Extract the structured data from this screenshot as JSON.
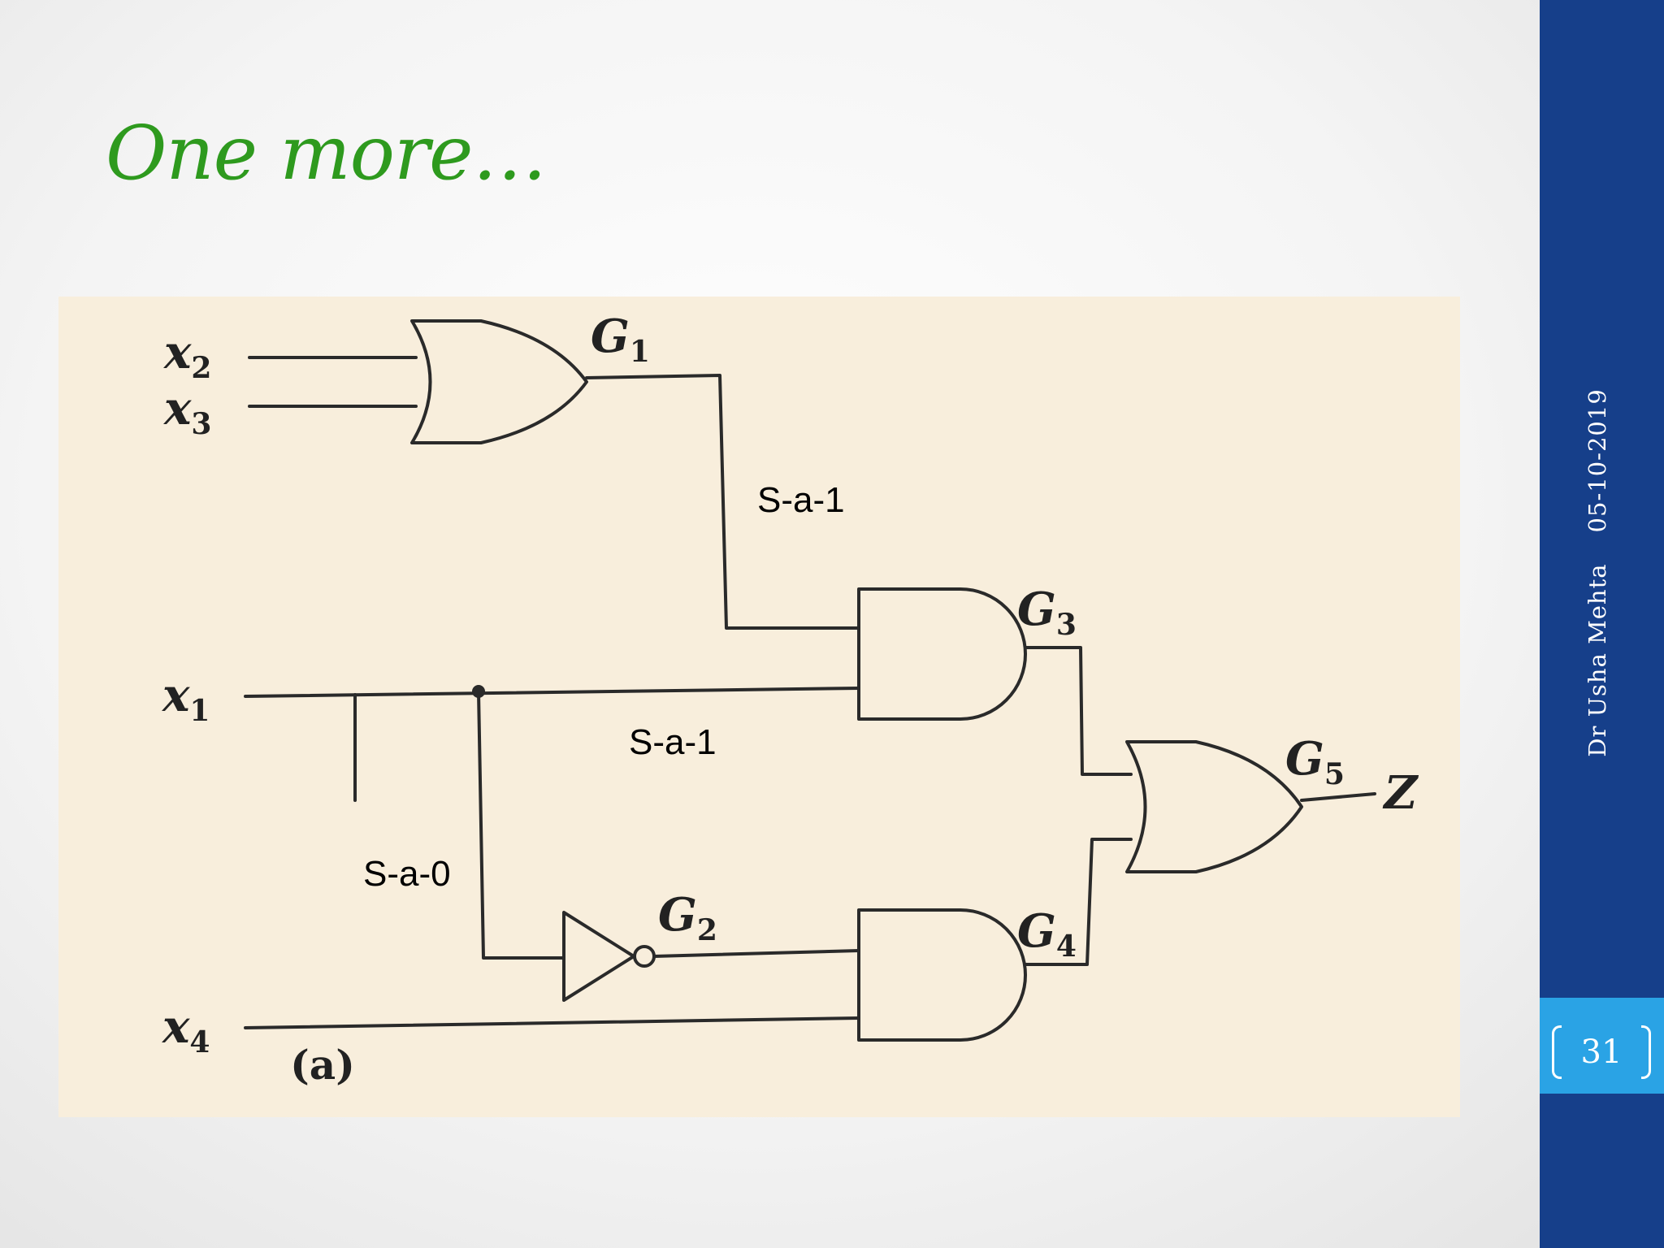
{
  "slide": {
    "title": "One more…",
    "author": "Dr Usha Mehta",
    "date": "05-10-2019",
    "page_number": "31"
  },
  "colors": {
    "title": "#2e9a1e",
    "sidebar": "#163f8a",
    "sidebar_band": "#2aa3e5",
    "figure_background": "#f8eedc"
  },
  "figure": {
    "caption": "(a)",
    "inputs": [
      {
        "var": "x",
        "sub": "2"
      },
      {
        "var": "x",
        "sub": "3"
      },
      {
        "var": "x",
        "sub": "1"
      },
      {
        "var": "x",
        "sub": "4"
      }
    ],
    "gates": [
      {
        "name": "G",
        "sub": "1",
        "kind": "OR"
      },
      {
        "name": "G",
        "sub": "2",
        "kind": "NOT"
      },
      {
        "name": "G",
        "sub": "3",
        "kind": "AND"
      },
      {
        "name": "G",
        "sub": "4",
        "kind": "AND"
      },
      {
        "name": "G",
        "sub": "5",
        "kind": "OR"
      }
    ],
    "output": "Z",
    "faults": [
      "S-a-1",
      "S-a-1",
      "S-a-0"
    ]
  }
}
